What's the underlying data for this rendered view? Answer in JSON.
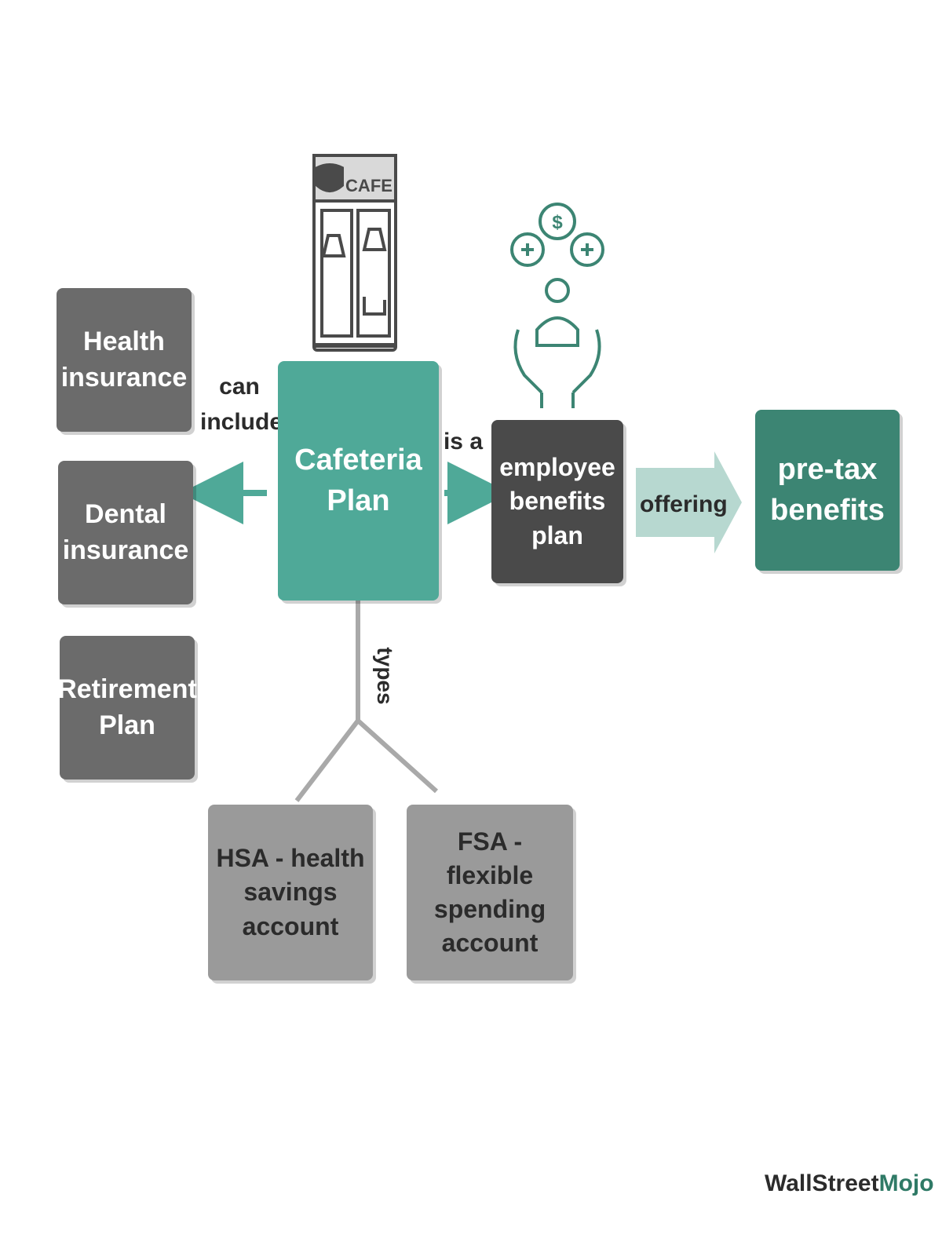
{
  "central": {
    "label": "Cafeteria Plan"
  },
  "includes": {
    "connector_label": "can\ninclude",
    "items": [
      {
        "label": "Health\ninsurance"
      },
      {
        "label": "Dental\ninsurance"
      },
      {
        "label": "Retirement\nPlan"
      }
    ]
  },
  "is_a": {
    "connector_label": "is a",
    "label": "employee\nbenefits plan"
  },
  "offering": {
    "connector_label": "offering",
    "label": "pre-tax\nbenefits"
  },
  "types": {
    "connector_label": "types",
    "items": [
      {
        "label": "HSA - health\nsavings account"
      },
      {
        "label": "FSA - flexible\nspending account"
      }
    ]
  },
  "cafe_sign": "CAFE",
  "benefits_symbol": "$",
  "brand": {
    "name_part1": "WallStreet",
    "name_part2": "Mojo"
  },
  "colors": {
    "teal": "#4fa998",
    "dark_teal": "#3c8573",
    "dark_gray": "#4a4a4a",
    "mid_gray": "#6b6b6b",
    "light_gray": "#9a9a9a",
    "arrow_light": "#b7d8d0"
  }
}
